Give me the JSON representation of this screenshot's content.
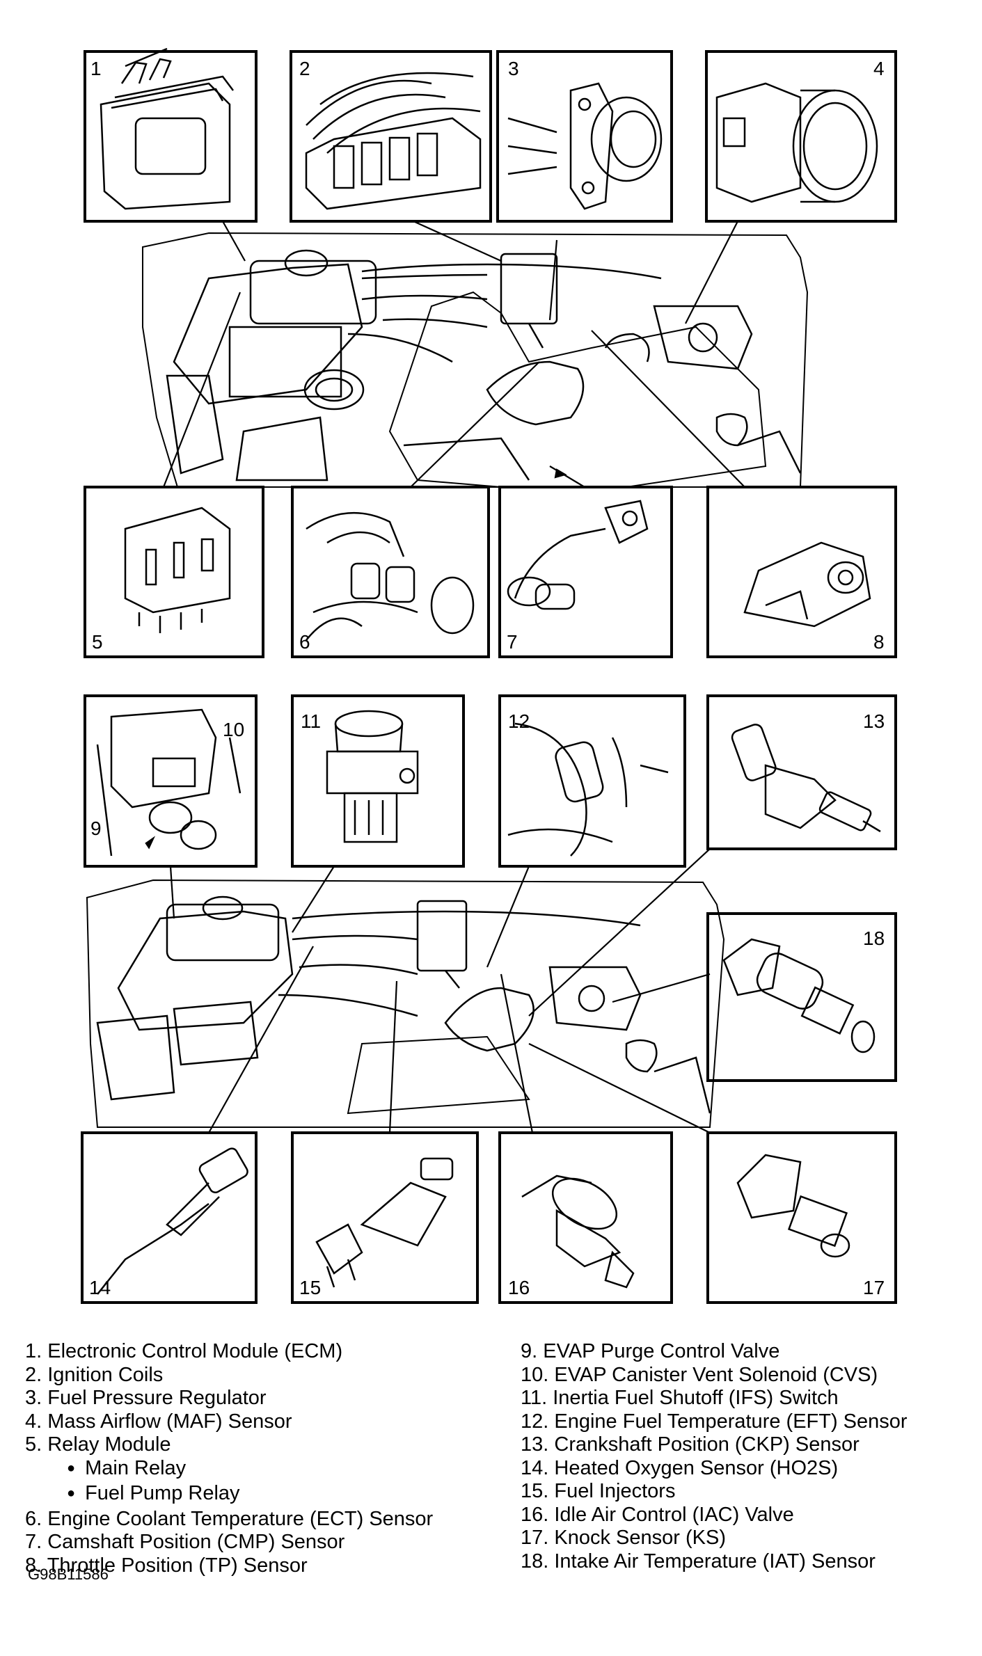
{
  "callouts": {
    "c1": "1",
    "c2": "2",
    "c3": "3",
    "c4": "4",
    "c5": "5",
    "c6": "6",
    "c7": "7",
    "c8": "8",
    "c9": "9",
    "c10": "10",
    "c11": "11",
    "c12": "12",
    "c13": "13",
    "c14": "14",
    "c15": "15",
    "c16": "16",
    "c17": "17",
    "c18": "18"
  },
  "legend": {
    "l1": "1. Electronic Control Module (ECM)",
    "l2": "2. Ignition Coils",
    "l3": "3. Fuel Pressure Regulator",
    "l4": "4. Mass Airflow (MAF) Sensor",
    "l5": "5. Relay Module",
    "l5a": "Main Relay",
    "l5b": "Fuel Pump Relay",
    "l6": "6. Engine Coolant Temperature (ECT) Sensor",
    "l7": "7. Camshaft Position (CMP) Sensor",
    "l8": "8. Throttle Position (TP) Sensor",
    "l9": "9. EVAP Purge Control Valve",
    "l10": "10. EVAP Canister Vent Solenoid (CVS)",
    "l11": "11. Inertia Fuel Shutoff (IFS) Switch",
    "l12": "12. Engine Fuel Temperature (EFT) Sensor",
    "l13": "13. Crankshaft Position (CKP) Sensor",
    "l14": "14. Heated Oxygen Sensor (HO2S)",
    "l15": "15. Fuel Injectors",
    "l16": "16. Idle Air Control (IAC) Valve",
    "l17": "17. Knock Sensor (KS)",
    "l18": "18. Intake Air Temperature (IAT) Sensor"
  },
  "figure_code": "G98B11586",
  "colors": {
    "ink": "#000000",
    "paper": "#ffffff"
  }
}
